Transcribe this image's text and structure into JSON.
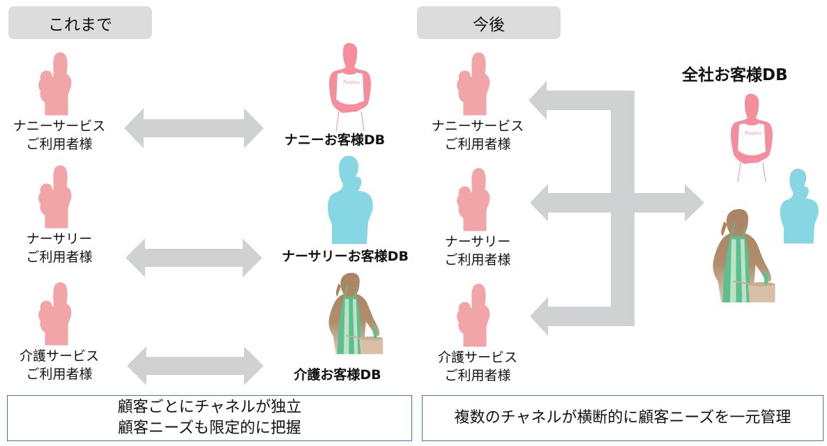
{
  "colors": {
    "mother_pink": "#f2a5a6",
    "nanny_pink": "#f48e9d",
    "nursery_cyan": "#86d6e4",
    "care_brown": "#a98463",
    "apron_green": "#5cbf8f",
    "arrow_gray": "#d0d1d3",
    "pill_gray": "#dcdcdc",
    "box_border": "#4472c4"
  },
  "before": {
    "header": "これまで",
    "customers": [
      {
        "line1": "ナニーサービス",
        "line2": "ご利用者様"
      },
      {
        "line1": "ナーサリー",
        "line2": "ご利用者様"
      },
      {
        "line1": "介護サービス",
        "line2": "ご利用者様"
      }
    ],
    "databases": [
      {
        "label": "ナニーお客様DB",
        "icon": "nanny-staff-icon"
      },
      {
        "label": "ナーサリーお客様DB",
        "icon": "nursery-staff-icon"
      },
      {
        "label": "介護お客様DB",
        "icon": "care-staff-icon"
      }
    ],
    "summary": {
      "line1": "顧客ごとにチャネルが独立",
      "line2": "顧客ニーズも限定的に把握"
    }
  },
  "after": {
    "header": "今後",
    "customers": [
      {
        "line1": "ナニーサービス",
        "line2": "ご利用者様"
      },
      {
        "line1": "ナーサリー",
        "line2": "ご利用者様"
      },
      {
        "line1": "介護サービス",
        "line2": "ご利用者様"
      }
    ],
    "database": {
      "label": "全社お客様DB"
    },
    "summary": {
      "line1": "複数のチャネルが横断的に顧客ニーズを一元管理"
    }
  },
  "apron_text": "Poppins"
}
